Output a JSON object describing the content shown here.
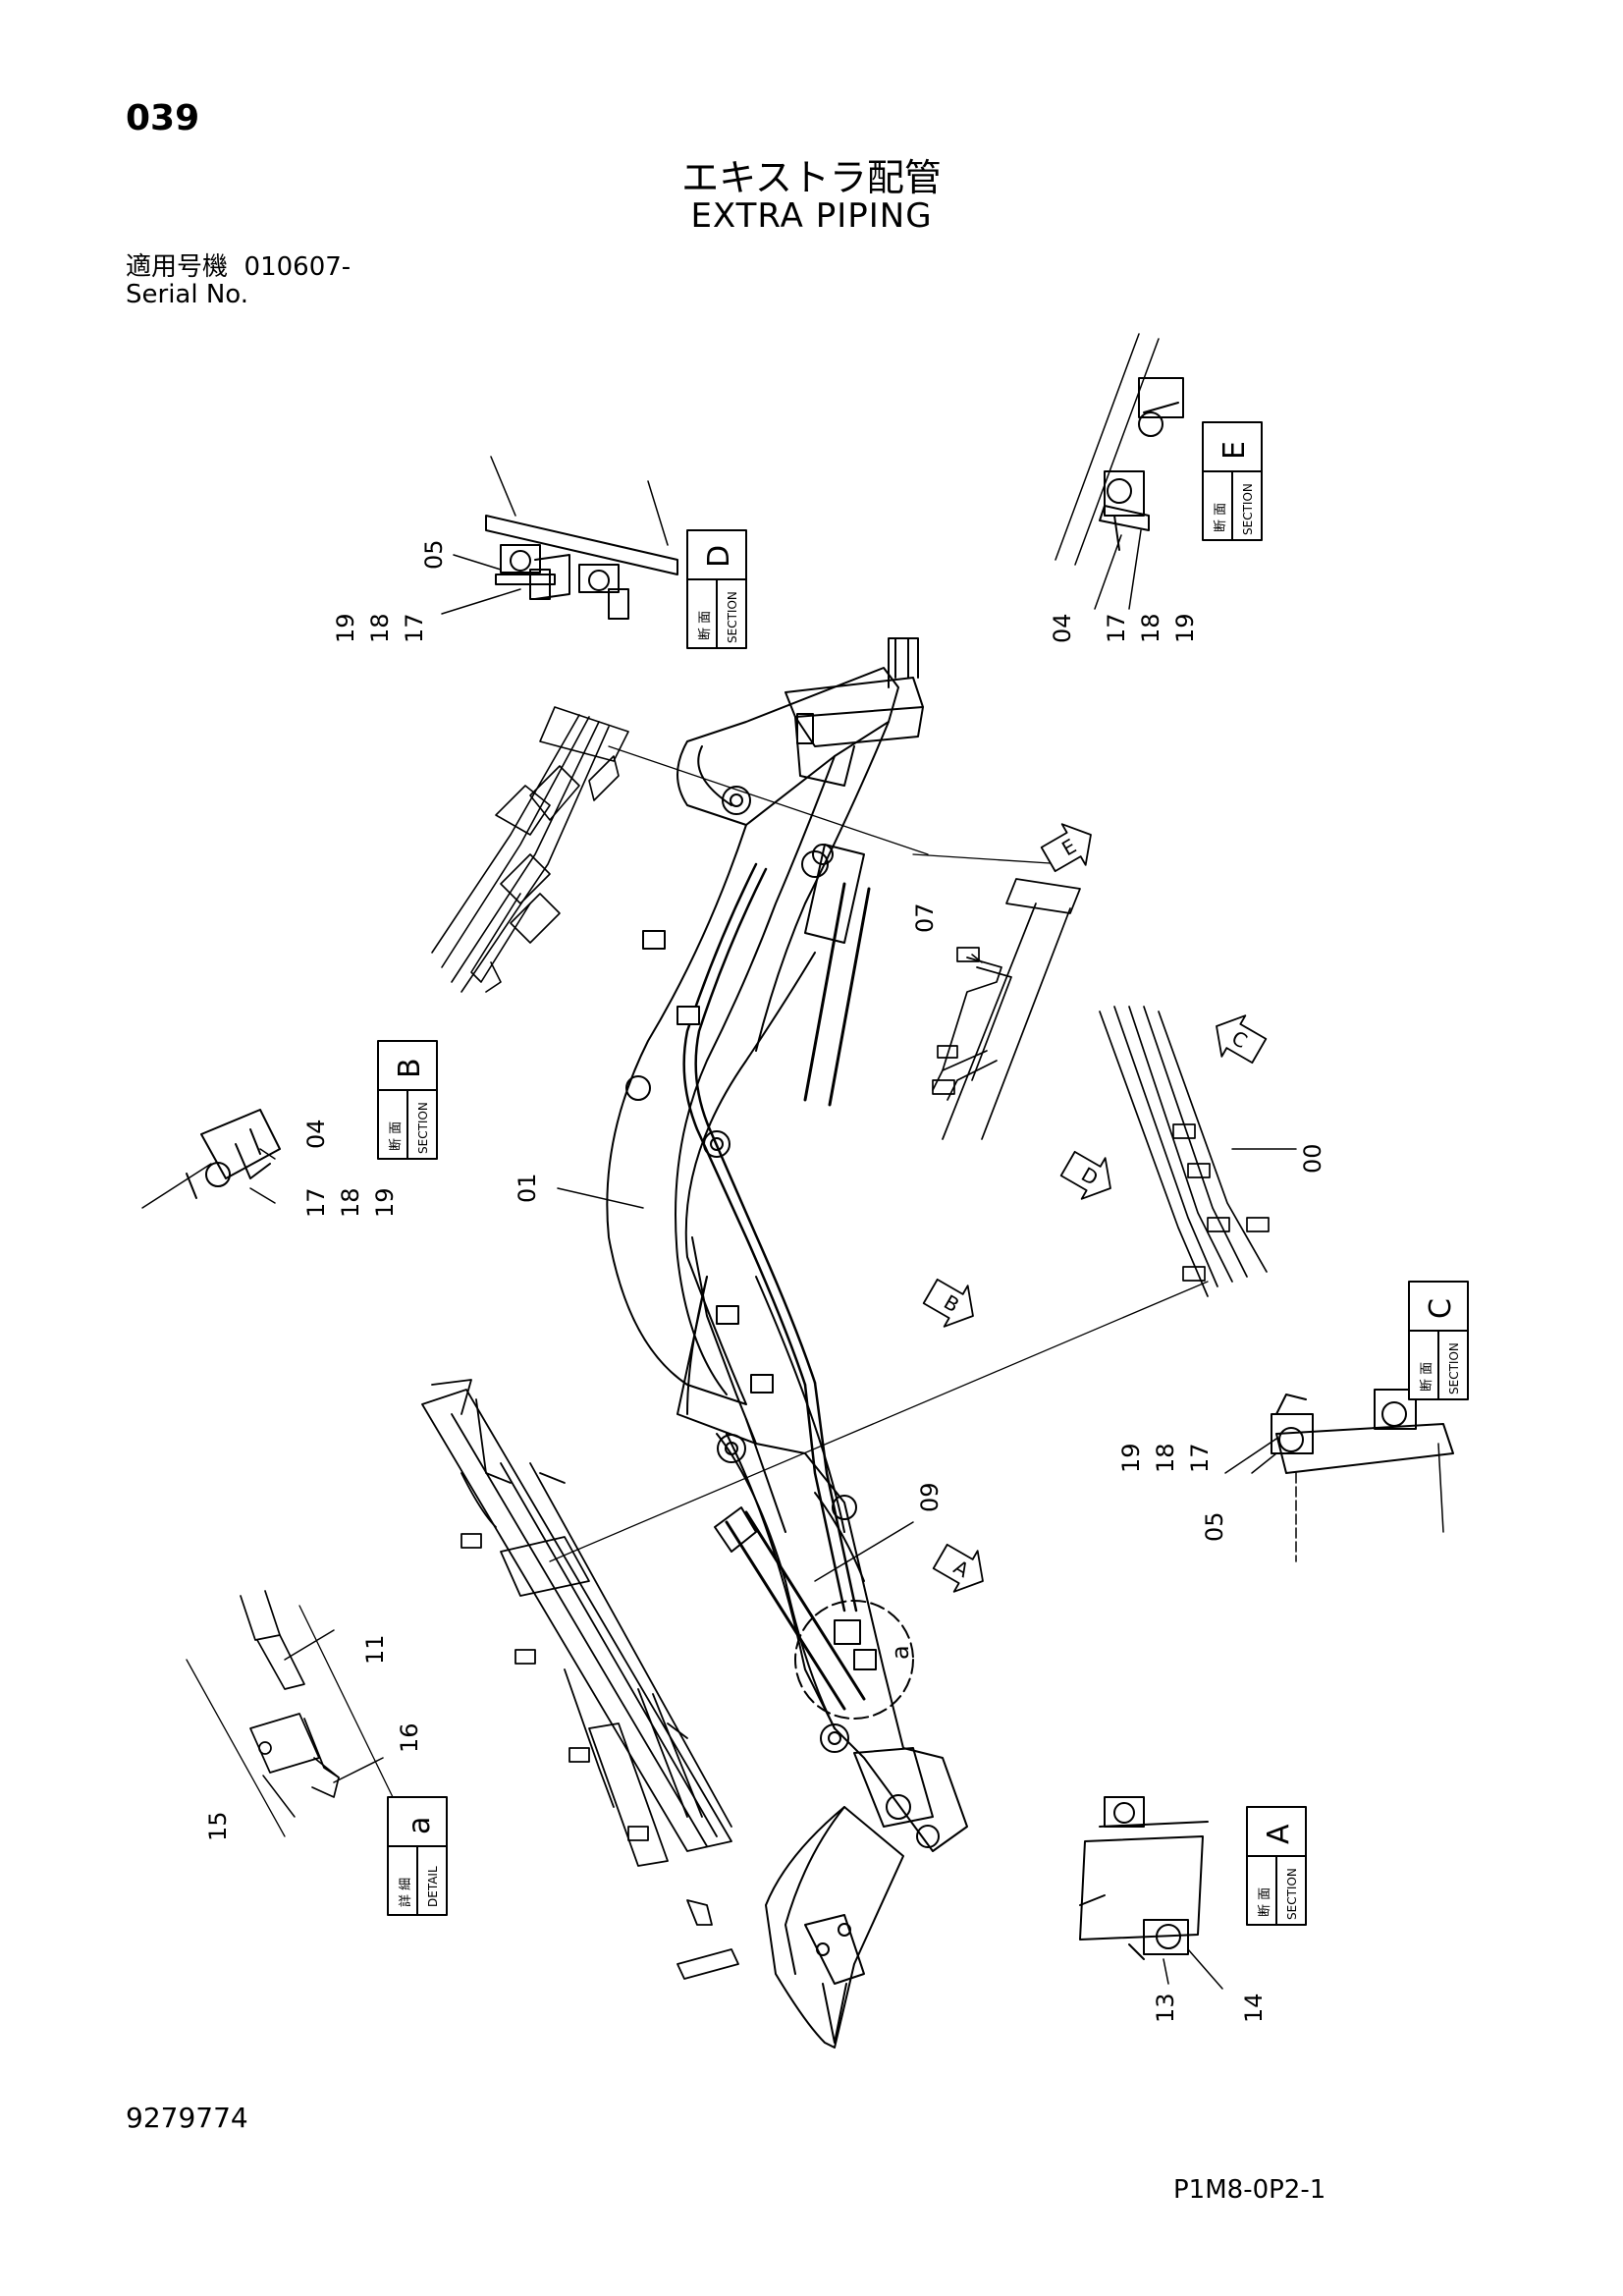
{
  "header": {
    "page_number": "039",
    "title_jp": "エキストラ配管",
    "title_en": "EXTRA PIPING",
    "serial_label_jp": "適用号機",
    "serial_value": "010607-",
    "serial_label_en": "Serial No."
  },
  "footer": {
    "document_number": "9279774",
    "sheet_code": "P1M8-0P2-1"
  },
  "sections": [
    {
      "id": "D",
      "kind_jp": "断 面",
      "kind_en": "SECTION"
    },
    {
      "id": "E",
      "kind_jp": "断 面",
      "kind_en": "SECTION"
    },
    {
      "id": "B",
      "kind_jp": "断 面",
      "kind_en": "SECTION"
    },
    {
      "id": "C",
      "kind_jp": "断 面",
      "kind_en": "SECTION"
    },
    {
      "id": "A",
      "kind_jp": "断 面",
      "kind_en": "SECTION"
    },
    {
      "id": "a",
      "kind_jp": "詳 細",
      "kind_en": "DETAIL"
    }
  ],
  "view_arrows": [
    "E",
    "C",
    "D",
    "B",
    "A"
  ],
  "detail_circle_label": "a",
  "part_labels": {
    "d_05": "05",
    "d_19": "19",
    "d_18": "18",
    "d_17": "17",
    "e_04": "04",
    "e_17": "17",
    "e_18": "18",
    "e_19": "19",
    "b_04": "04",
    "b_17": "17",
    "b_18": "18",
    "b_19": "19",
    "c_05": "05",
    "c_19": "19",
    "c_18": "18",
    "c_17": "17",
    "main_01": "01",
    "main_07": "07",
    "main_00": "00",
    "main_09": "09",
    "a_11": "11",
    "a_16": "16",
    "a_15": "15",
    "sa_13": "13",
    "sa_14": "14"
  }
}
